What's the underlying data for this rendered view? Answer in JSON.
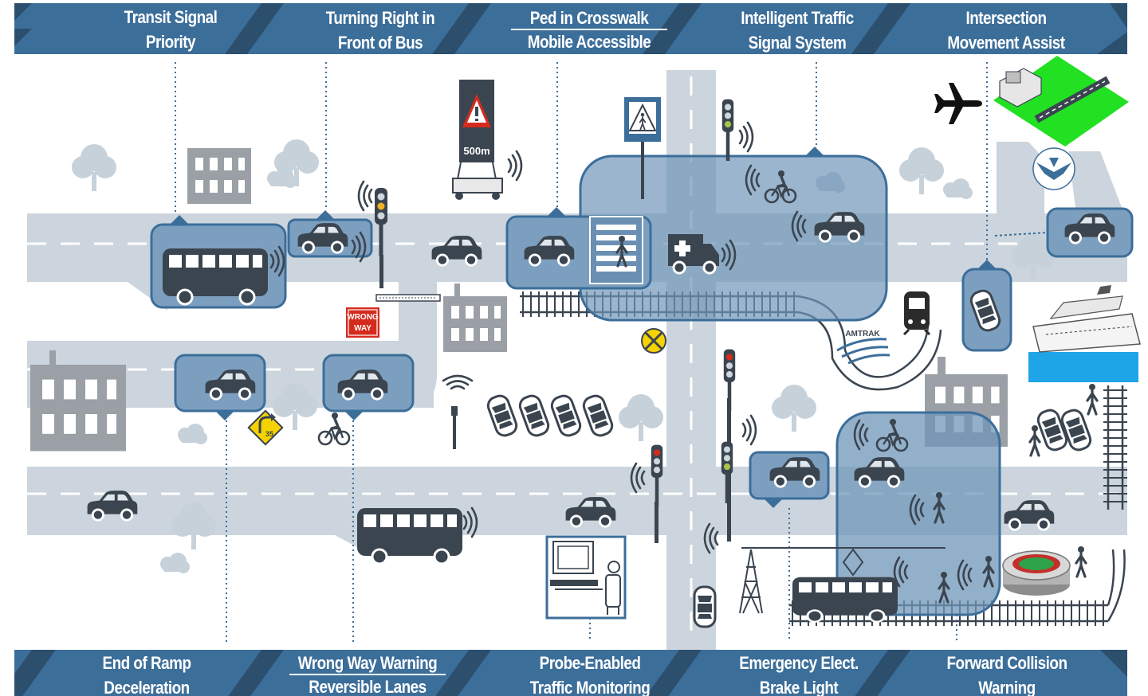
{
  "top_labels": [
    {
      "line1": "Transit Signal",
      "line2": "Priority",
      "divider": false
    },
    {
      "line1": "Turning Right in",
      "line2": "Front of Bus",
      "divider": false
    },
    {
      "line1": "Ped in Crosswalk",
      "line2": "Mobile Accessible",
      "divider": true
    },
    {
      "line1": "Intelligent Traffic",
      "line2": "Signal System",
      "divider": false
    },
    {
      "line1": "Intersection",
      "line2": "Movement Assist",
      "divider": false
    }
  ],
  "bottom_labels": [
    {
      "line1": "End of Ramp",
      "line2": "Deceleration",
      "divider": false
    },
    {
      "line1": "Wrong Way Warning",
      "line2": "Reversible Lanes",
      "divider": true
    },
    {
      "line1": "Probe-Enabled",
      "line2": "Traffic Monitoring",
      "divider": false
    },
    {
      "line1": "Emergency Elect.",
      "line2": "Brake Light",
      "divider": false
    },
    {
      "line1": "Forward Collision",
      "line2": "Warning",
      "divider": false
    }
  ],
  "signs": {
    "portable_sign_distance": "500m",
    "wrong_way_line1": "WRONG",
    "wrong_way_line2": "WAY",
    "speed_advisory": "35",
    "railroad_operator": "AMTRAK"
  },
  "icons": [
    "bus-icon",
    "car-icon",
    "traffic-signal-icon",
    "bicycle-icon",
    "pedestrian-icon",
    "ambulance-icon",
    "train-icon",
    "airplane-icon",
    "ship-icon",
    "stadium-icon",
    "radio-tower-icon",
    "air-force-emblem-icon",
    "pedestrian-crossing-sign-icon",
    "railroad-crossing-sign-icon",
    "computer-workstation-icon",
    "wireless-signal-icon"
  ],
  "colors": {
    "banner_blue": "#3c6e9a",
    "banner_dark": "#2c4f6e",
    "road_gray": "#ccd5dd",
    "zone_blue": "#6f95b8",
    "vehicle_dark": "#3b4550",
    "tree_gray": "#c7d1da",
    "building_gray": "#9aa0a6",
    "airfield_green": "#22e022",
    "sign_yellow": "#f5d300",
    "wrong_way_red": "#d52b1e"
  }
}
